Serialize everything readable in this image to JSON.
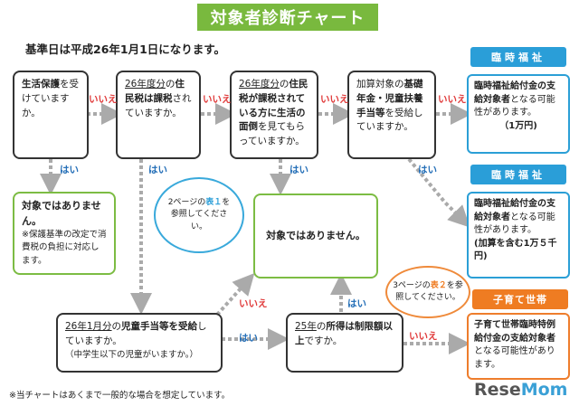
{
  "title": "対象者診断チャート",
  "reference_date": "基準日は平成26年1月1日になります。",
  "labels": {
    "no": "いいえ",
    "yes": "はい"
  },
  "q1": {
    "bold": "生活保護",
    "rest": "を受けていますか。"
  },
  "q2": {
    "u": "26年度分",
    "mid": "の",
    "bold": "住民税は課税",
    "rest": "されていますか。"
  },
  "q3": {
    "u": "26年度分",
    "mid": "の",
    "bold": "住民税が課税されている方に生活の面倒",
    "rest": "を見てもらっていますか。"
  },
  "q4": {
    "pre": "加算対象の",
    "bold": "基礎年金・児童扶養手当等",
    "rest": "を受給していますか。"
  },
  "q5": {
    "u": "26年1月分",
    "mid": "の",
    "bold": "児童手当等を受給",
    "rest": "していますか。",
    "note": "（中学生以下の児童がいますか。）"
  },
  "q6": {
    "u": "25年",
    "mid": "の",
    "bold": "所得は制限額以上",
    "rest": "ですか。"
  },
  "not1": {
    "main": "対象ではありません。",
    "note": "※保護基準の改定で消費税の負担に対応します。"
  },
  "not2": {
    "main": "対象ではありません。"
  },
  "bubble1": {
    "pre": "2ページの",
    "ref": "表１",
    "post": "を参照してください。"
  },
  "bubble2": {
    "pre": "3ページの",
    "ref": "表２",
    "post": "を参照してください。"
  },
  "result1": {
    "tag": "臨時福祉",
    "line1": "臨時福祉給付金の支給対象者",
    "line2": "となる可能性があります。",
    "amount": "（1万円)"
  },
  "result2": {
    "tag": "臨時福祉",
    "line1": "臨時福祉給付金の支給対象者",
    "line2": "となる可能性があります。",
    "amount": "(加算を含む1万５千円)"
  },
  "result3": {
    "tag": "子育て世帯",
    "line1": "子育て世帯臨時特例給付金の支給対象者",
    "line2": "となる可能性があります。"
  },
  "footnote": "※当チャートはあくまで一般的な場合を想定しています。",
  "logo": {
    "a": "Rese",
    "b": "Mom"
  },
  "colors": {
    "green": "#7cbc43",
    "blue": "#2a9ed8",
    "orange": "#ef7c22",
    "red": "#e03b3b"
  }
}
